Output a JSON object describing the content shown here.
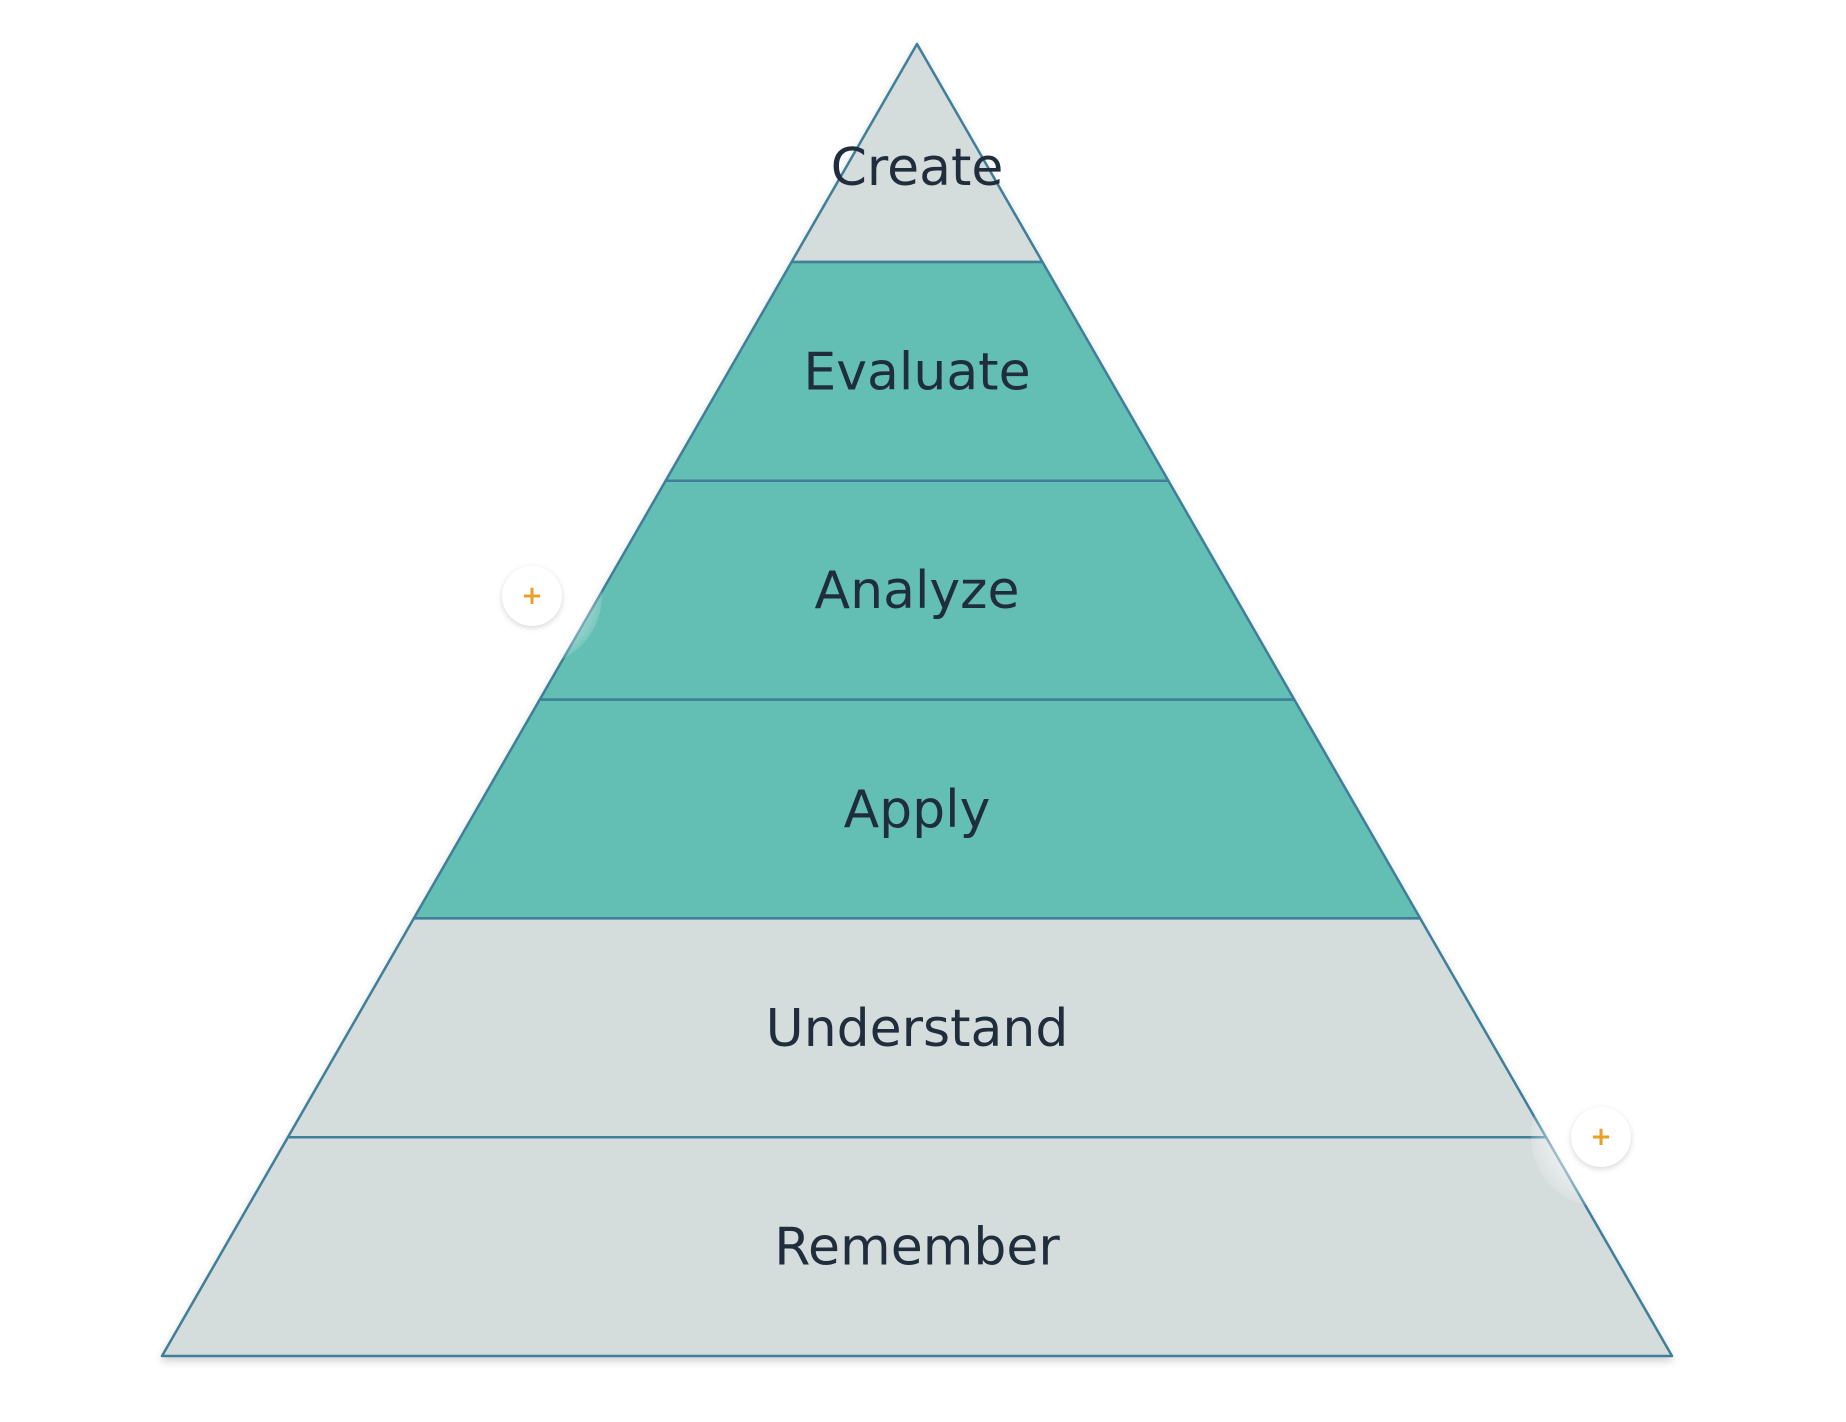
{
  "pyramid": {
    "tiers": [
      {
        "label": "Create",
        "color": "#d5dcdc"
      },
      {
        "label": "Evaluate",
        "color": "#63bfb3"
      },
      {
        "label": "Analyze",
        "color": "#63bfb3"
      },
      {
        "label": "Apply",
        "color": "#63bfb3"
      },
      {
        "label": "Understand",
        "color": "#d5dcdc"
      },
      {
        "label": "Remember",
        "color": "#d5dcdc"
      }
    ],
    "outline_color": "#3f7f9a"
  },
  "hotspots": [
    {
      "symbol": "+",
      "color": "#e8a028"
    },
    {
      "symbol": "+",
      "color": "#e8a028"
    }
  ]
}
